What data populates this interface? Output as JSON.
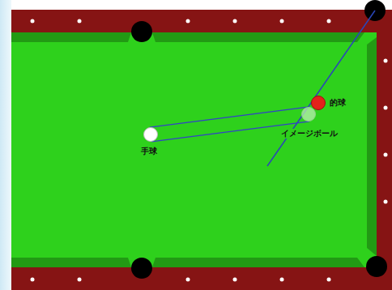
{
  "diagram": {
    "nodes": [
      {
        "text": [
          "手球"
        ]
      },
      {
        "text": [
          "的球"
        ]
      },
      {
        "text": [
          "イメージボール"
        ]
      }
    ],
    "edges": [
      {
        "from": 0,
        "to": 2,
        "arrow": "none"
      },
      {
        "from": 0,
        "to": 2,
        "arrow": "none"
      }
    ]
  }
}
